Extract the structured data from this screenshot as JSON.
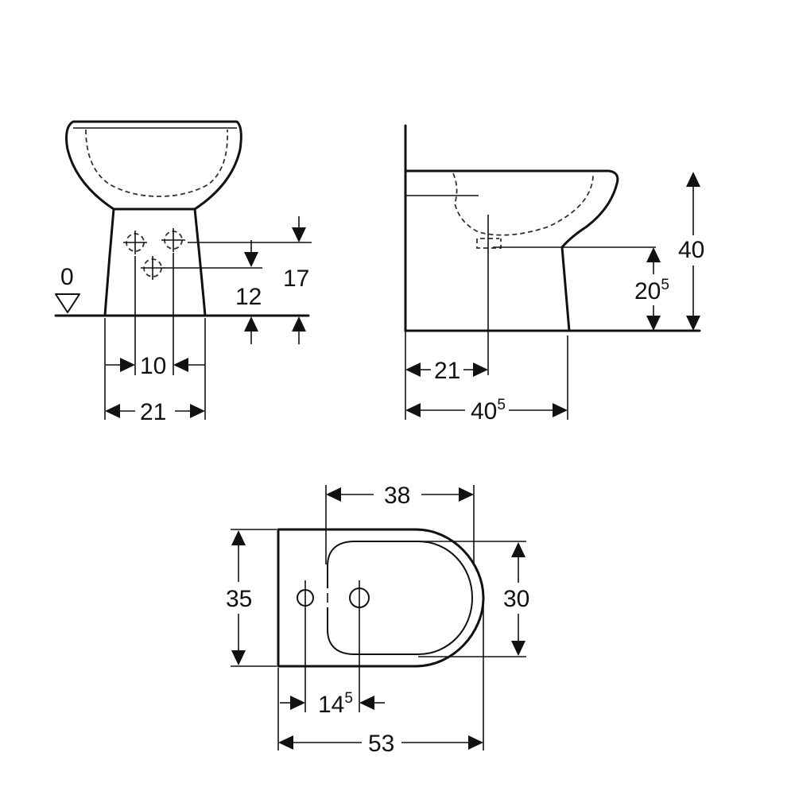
{
  "front_view": {
    "datum_label": "0",
    "dim_inner": "10",
    "dim_width": "21",
    "dim_height_low": "12",
    "dim_height_high": "17"
  },
  "side_view": {
    "dim_height_total": "40",
    "dim_height_outlet": {
      "base": "20",
      "sup": "5"
    },
    "dim_outlet_offset": "21",
    "dim_depth": {
      "base": "40",
      "sup": "5"
    }
  },
  "top_view": {
    "dim_bowl_length": "38",
    "dim_width": "35",
    "dim_bowl_width": "30",
    "dim_hole_spacing": {
      "base": "14",
      "sup": "5"
    },
    "dim_length": "53"
  }
}
